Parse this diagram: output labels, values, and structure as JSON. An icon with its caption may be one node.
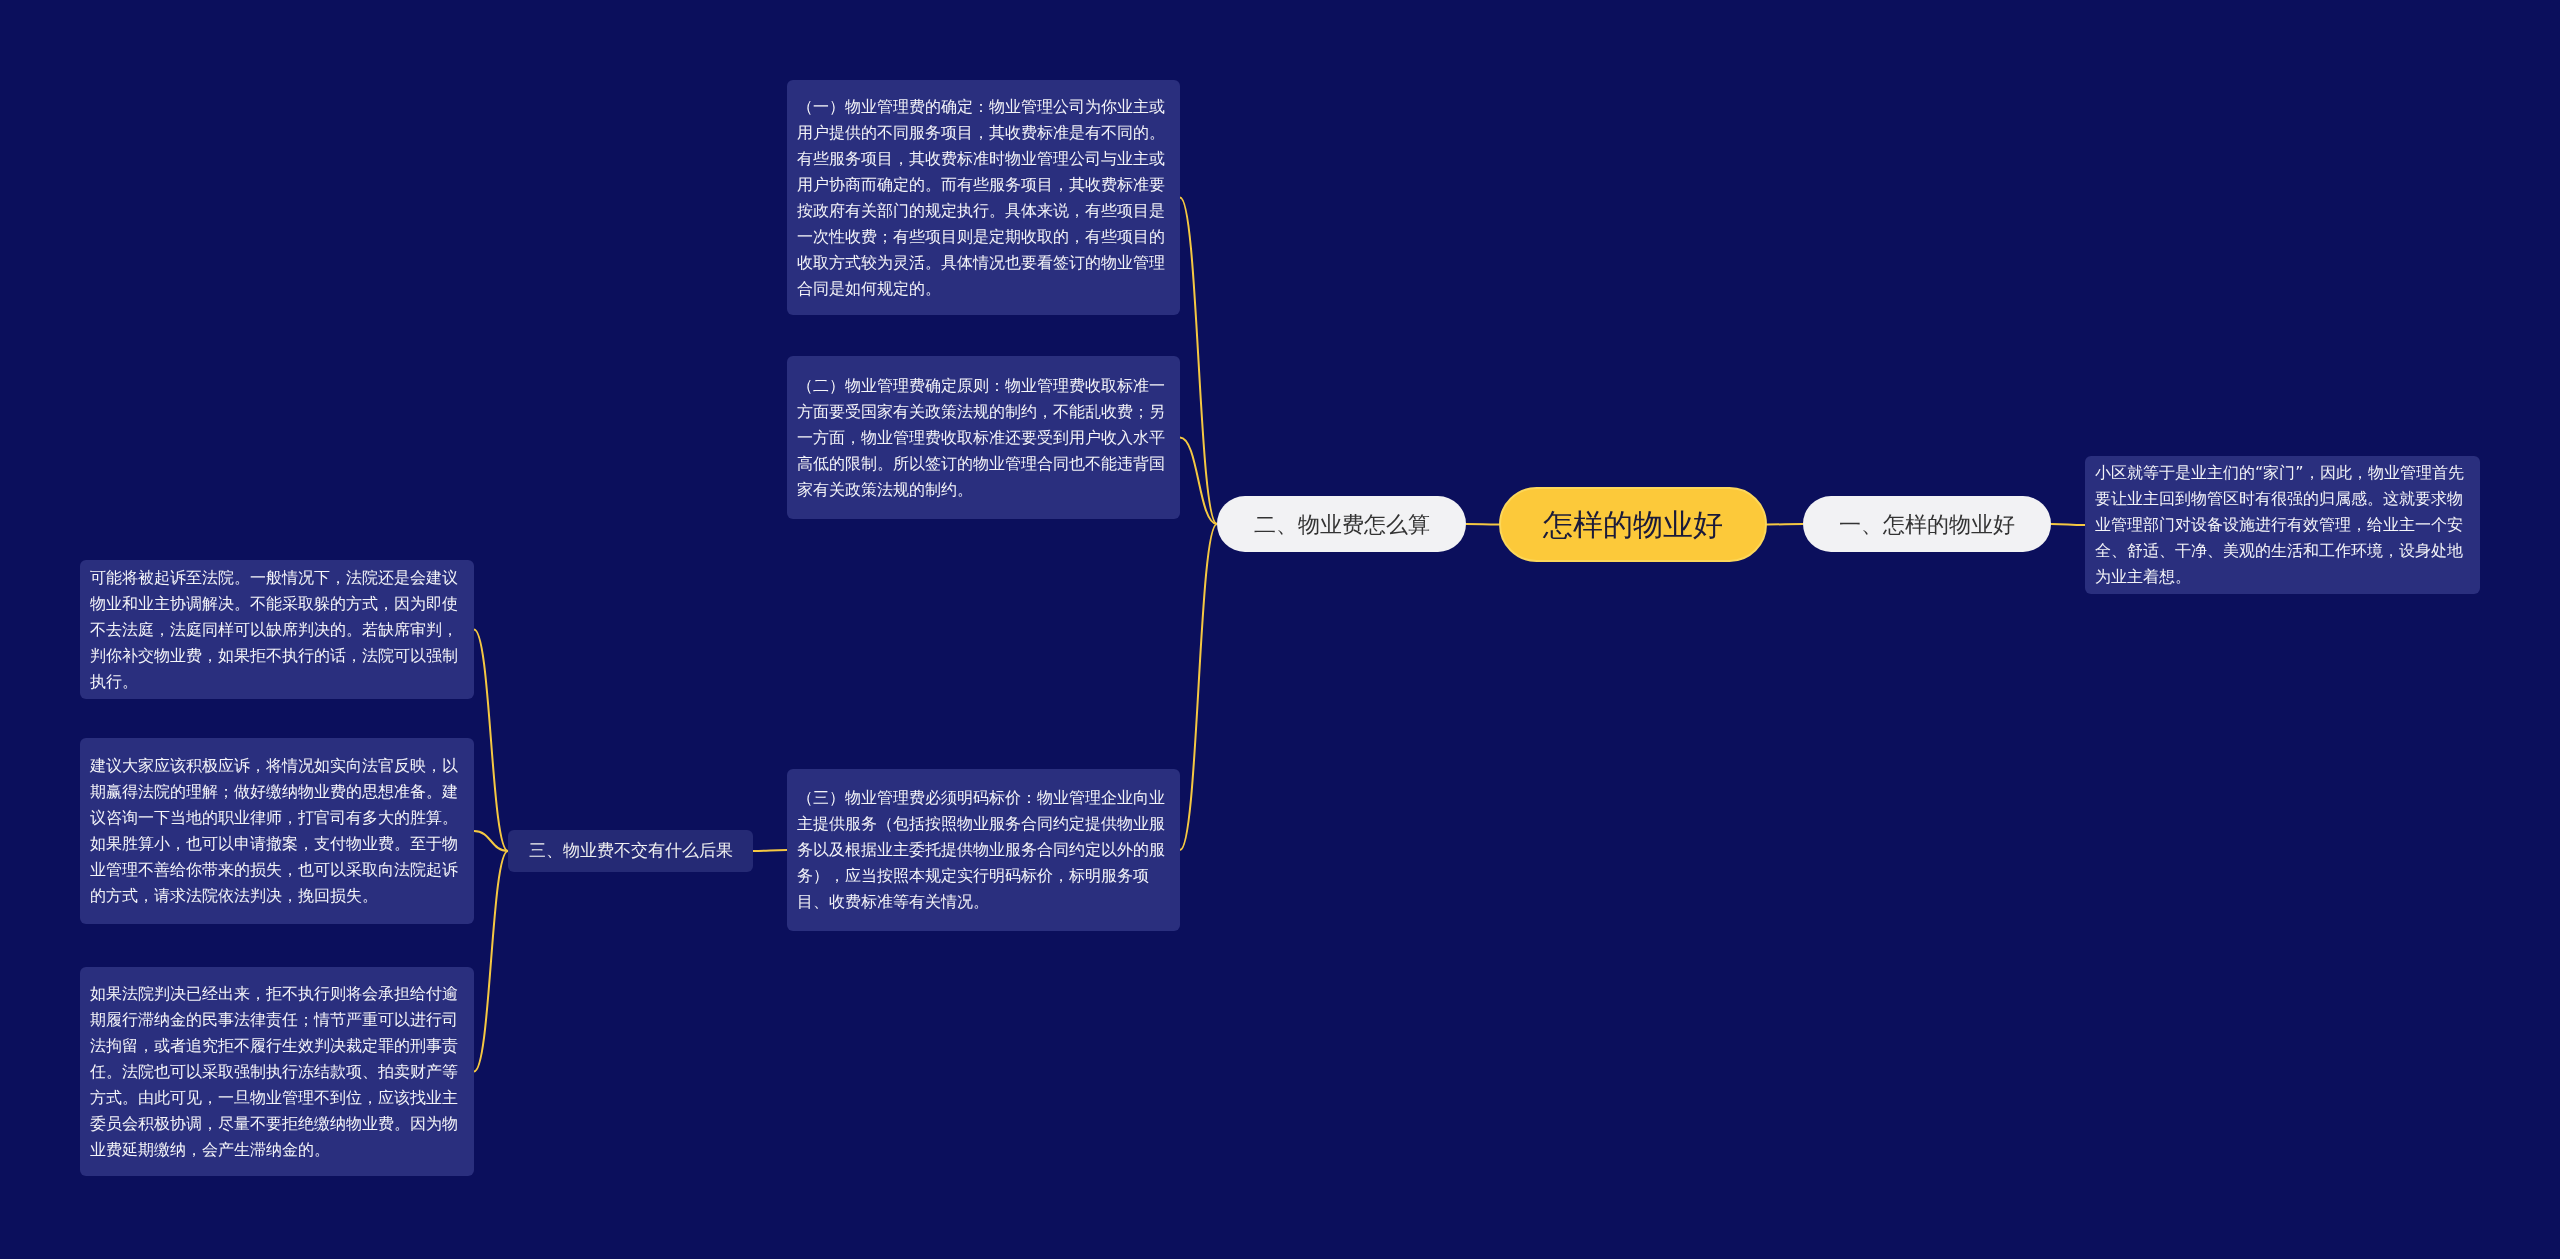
{
  "diagram": {
    "nodes": [
      {
        "text": [
          "怎样的物业好"
        ]
      },
      {
        "text": [
          "一、怎样的物业好"
        ]
      },
      {
        "text": [
          "小区就等于是业主们的“家门”，因此，物业管理首先要让业主回到物管区时有很强的归属感。这就要求物业管理部门对设备设施进行有效管理，给业主一个安全、舒适、干净、美观的生活和工作环境，设身处地为业主着想。"
        ]
      },
      {
        "text": [
          "二、物业费怎么算"
        ]
      },
      {
        "text": [
          "（一）物业管理费的确定：物业管理公司为你业主或用户提供的不同服务项目，其收费标准是有不同的。有些服务项目，其收费标准时物业管理公司与业主或用户协商而确定的。而有些服务项目，其收费标准要按政府有关部门的规定执行。具体来说，有些项目是一次性收费；有些项目则是定期收取的，有些项目的收取方式较为灵活。具体情况也要看签订的物业管理合同是如何规定的。"
        ]
      },
      {
        "text": [
          "（二）物业管理费确定原则：物业管理费收取标准一方面要受国家有关政策法规的制约，不能乱收费；另一方面，物业管理费收取标准还要受到用户收入水平高低的限制。所以签订的物业管理合同也不能违背国家有关政策法规的制约。"
        ]
      },
      {
        "text": [
          "三、物业费不交有什么后果"
        ]
      },
      {
        "text": [
          "（三）物业管理费必须明码标价：物业管理企业向业主提供服务（包括按照物业服务合同约定提供物业服务以及根据业主委托提供物业服务合同约定以外的服务），应当按照本规定实行明码标价，标明服务项目、收费标准等有关情况。"
        ]
      },
      {
        "text": [
          "可能将被起诉至法院。一般情况下，法院还是会建议物业和业主协调解决。不能采取躲的方式，因为即使不去法庭，法庭同样可以缺席判决的。若缺席审判，判你补交物业费，如果拒不执行的话，法院可以强制执行。"
        ]
      },
      {
        "text": [
          "建议大家应该积极应诉，将情况如实向法官反映，以期赢得法院的理解；做好缴纳物业费的思想准备。建议咨询一下当地的职业律师，打官司有多大的胜算。如果胜算小，也可以申请撤案，支付物业费。至于物业管理不善给你带来的损失，也可以采取向法院起诉的方式，请求法院依法判决，挽回损失。"
        ]
      },
      {
        "text": [
          "如果法院判决已经出来，拒不执行则将会承担给付逾期履行滞纳金的民事法律责任；情节严重可以进行司法拘留，或者追究拒不履行生效判决裁定罪的刑事责任。法院也可以采取强制执行冻结款项、拍卖财产等方式。由此可见，一旦物业管理不到位，应该找业主委员会积极协调，尽量不要拒绝缴纳物业费。因为物业费延期缴纳，会产生滞纳金的。"
        ]
      }
    ],
    "edges": [
      {
        "from": 0,
        "to": 1,
        "arrow": "none"
      },
      {
        "from": 1,
        "to": 2,
        "arrow": "none"
      },
      {
        "from": 0,
        "to": 3,
        "arrow": "none"
      },
      {
        "from": 3,
        "to": 4,
        "arrow": "none"
      },
      {
        "from": 3,
        "to": 5,
        "arrow": "none"
      },
      {
        "from": 3,
        "to": 7,
        "arrow": "none"
      },
      {
        "from": 7,
        "to": 6,
        "arrow": "none"
      },
      {
        "from": 6,
        "to": 8,
        "arrow": "none"
      },
      {
        "from": 6,
        "to": 9,
        "arrow": "none"
      },
      {
        "from": 6,
        "to": 10,
        "arrow": "none"
      }
    ]
  }
}
